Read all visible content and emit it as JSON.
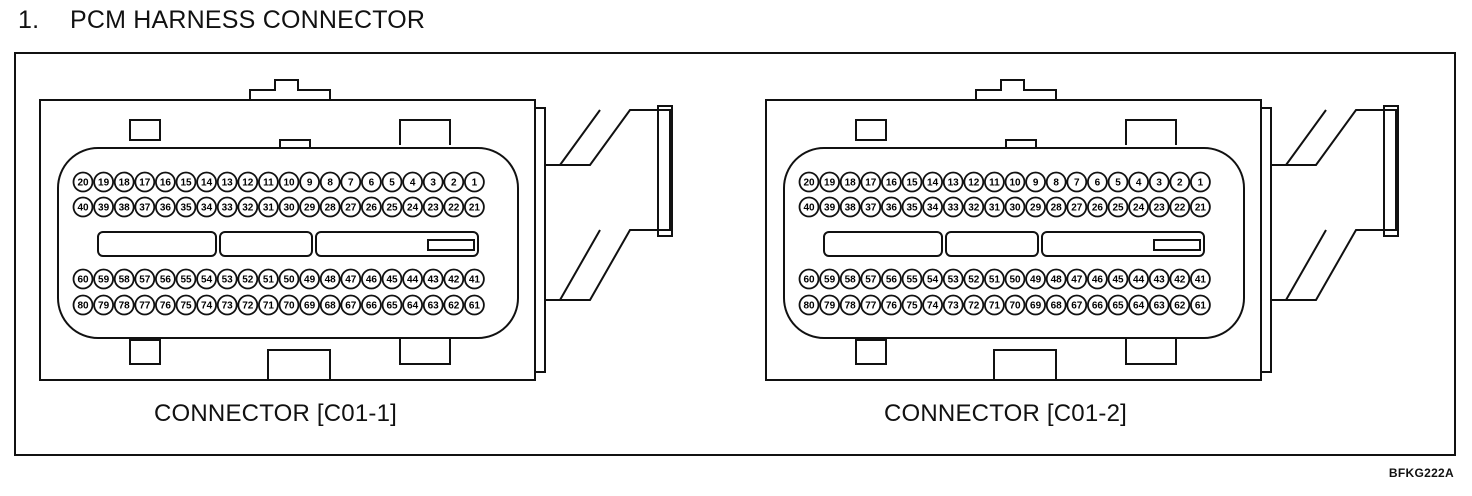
{
  "page": {
    "section_number": "1.",
    "section_title": "PCM HARNESS CONNECTOR",
    "figure_code": "BFKG222A"
  },
  "connectors": [
    {
      "label": "CONNECTOR [C01-1]",
      "rows": [
        [
          "20",
          "19",
          "18",
          "17",
          "16",
          "15",
          "14",
          "13",
          "12",
          "11",
          "10",
          "9",
          "8",
          "7",
          "6",
          "5",
          "4",
          "3",
          "2",
          "1"
        ],
        [
          "40",
          "39",
          "38",
          "37",
          "36",
          "35",
          "34",
          "33",
          "32",
          "31",
          "30",
          "29",
          "28",
          "27",
          "26",
          "25",
          "24",
          "23",
          "22",
          "21"
        ],
        [
          "60",
          "59",
          "58",
          "57",
          "56",
          "55",
          "54",
          "53",
          "52",
          "51",
          "50",
          "49",
          "48",
          "47",
          "46",
          "45",
          "44",
          "43",
          "42",
          "41"
        ],
        [
          "80",
          "79",
          "78",
          "77",
          "76",
          "75",
          "74",
          "73",
          "72",
          "71",
          "70",
          "69",
          "68",
          "67",
          "66",
          "65",
          "64",
          "63",
          "62",
          "61"
        ]
      ]
    },
    {
      "label": "CONNECTOR [C01-2]",
      "rows": [
        [
          "20",
          "19",
          "18",
          "17",
          "16",
          "15",
          "14",
          "13",
          "12",
          "11",
          "10",
          "9",
          "8",
          "7",
          "6",
          "5",
          "4",
          "3",
          "2",
          "1"
        ],
        [
          "40",
          "39",
          "38",
          "37",
          "36",
          "35",
          "34",
          "33",
          "32",
          "31",
          "30",
          "29",
          "28",
          "27",
          "26",
          "25",
          "24",
          "23",
          "22",
          "21"
        ],
        [
          "60",
          "59",
          "58",
          "57",
          "56",
          "55",
          "54",
          "53",
          "52",
          "51",
          "50",
          "49",
          "48",
          "47",
          "46",
          "45",
          "44",
          "43",
          "42",
          "41"
        ],
        [
          "80",
          "79",
          "78",
          "77",
          "76",
          "75",
          "74",
          "73",
          "72",
          "71",
          "70",
          "69",
          "68",
          "67",
          "66",
          "65",
          "64",
          "63",
          "62",
          "61"
        ]
      ]
    }
  ]
}
